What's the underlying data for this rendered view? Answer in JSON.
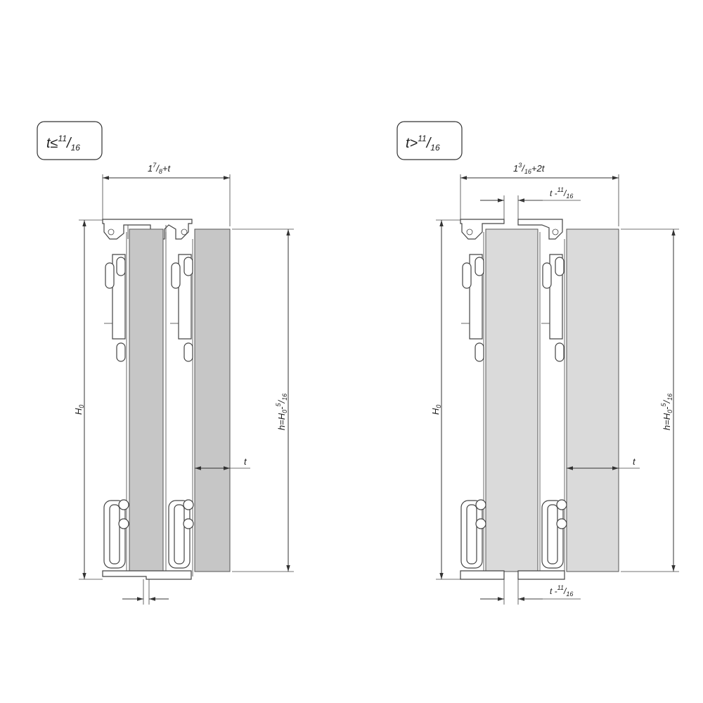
{
  "colors": {
    "panel_left": "#c6c6c6",
    "panel_right": "#dadada",
    "line": "#333333"
  },
  "left": {
    "condition": {
      "base": "t≤",
      "sup": "11",
      "slash": "/",
      "sub": "16"
    },
    "width_dim": {
      "a": "1",
      "sup": "7",
      "slash": "/",
      "sub": "8",
      "tail": "+t"
    },
    "height_total": {
      "base": "H",
      "sub": "0"
    },
    "height_panel": {
      "a": "h=H",
      "sub1": "0",
      "mid": "-",
      "sup": "5",
      "slash": "/",
      "sub2": "16"
    },
    "thickness": "t"
  },
  "right": {
    "condition": {
      "base": "t>",
      "sup": "11",
      "slash": "/",
      "sub": "16"
    },
    "width_dim": {
      "a": "1",
      "sup": "3",
      "slash": "/",
      "sub": "16",
      "tail": "+2t"
    },
    "gap_top": {
      "a": "t -",
      "sup": "11",
      "slash": "/",
      "sub": "16"
    },
    "gap_bottom": {
      "a": "t -",
      "sup": "11",
      "slash": "/",
      "sub": "16"
    },
    "height_total": {
      "base": "H",
      "sub": "0"
    },
    "height_panel": {
      "a": "h=H",
      "sub1": "0",
      "mid": "-",
      "sup": "5",
      "slash": "/",
      "sub2": "16"
    },
    "thickness": "t"
  }
}
